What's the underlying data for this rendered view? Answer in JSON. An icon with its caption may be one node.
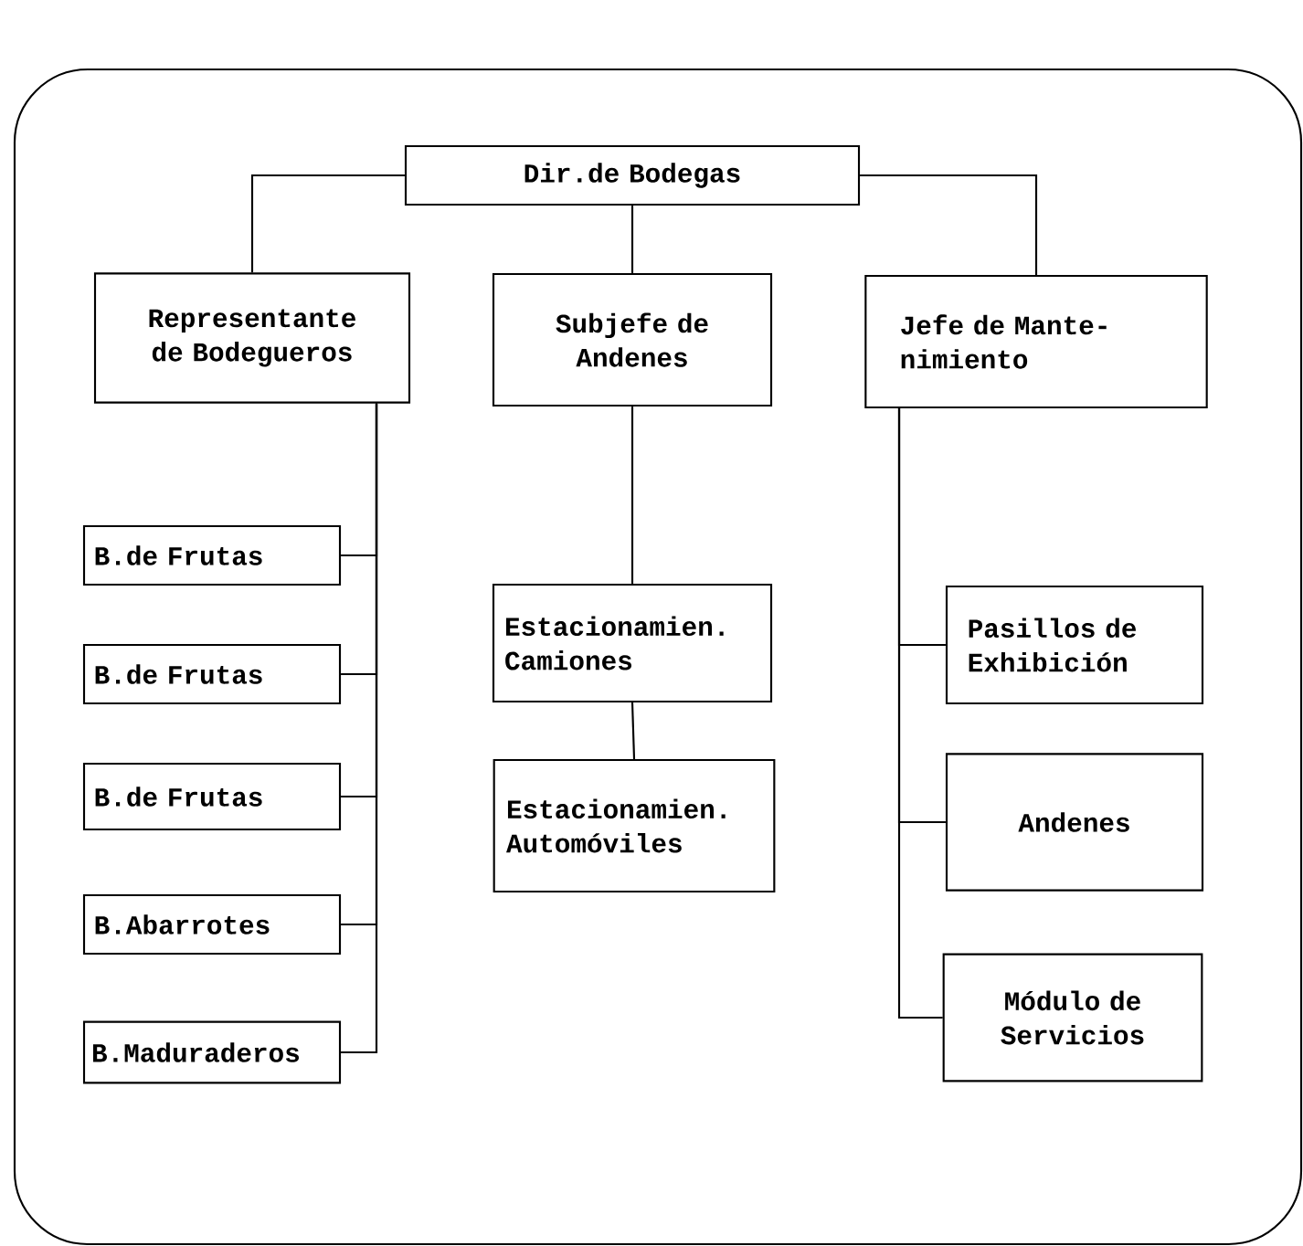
{
  "diagram": {
    "nodes": [
      {
        "text": [
          "Dir.de Bodegas"
        ]
      },
      {
        "text": [
          "Representante de Bodegueros"
        ]
      },
      {
        "text": [
          "Subjefe de Andenes"
        ]
      },
      {
        "text": [
          "Jefe de Mante-nimiento"
        ]
      },
      {
        "text": [
          "B.de Frutas"
        ]
      },
      {
        "text": [
          "B.de Frutas"
        ]
      },
      {
        "text": [
          "B.de Frutas"
        ]
      },
      {
        "text": [
          "B.Abarrotes"
        ]
      },
      {
        "text": [
          "B.Maduraderos"
        ]
      },
      {
        "text": [
          "Estacionamien. Camiones"
        ]
      },
      {
        "text": [
          "Estacionamien. Automóviles"
        ]
      },
      {
        "text": [
          "Pasillos de Exhibición"
        ]
      },
      {
        "text": [
          "Andenes"
        ]
      },
      {
        "text": [
          "Módulo de Servicios"
        ]
      }
    ],
    "edges": [
      {
        "from": 0,
        "to": 1,
        "arrow": "none"
      },
      {
        "from": 0,
        "to": 2,
        "arrow": "none"
      },
      {
        "from": 0,
        "to": 3,
        "arrow": "none"
      },
      {
        "from": 1,
        "to": 4,
        "arrow": "none"
      },
      {
        "from": 1,
        "to": 5,
        "arrow": "none"
      },
      {
        "from": 1,
        "to": 6,
        "arrow": "none"
      },
      {
        "from": 1,
        "to": 7,
        "arrow": "none"
      },
      {
        "from": 1,
        "to": 8,
        "arrow": "none"
      },
      {
        "from": 2,
        "to": 9,
        "arrow": "none"
      },
      {
        "from": 9,
        "to": 10,
        "arrow": "none"
      },
      {
        "from": 3,
        "to": 11,
        "arrow": "none"
      },
      {
        "from": 3,
        "to": 12,
        "arrow": "none"
      },
      {
        "from": 3,
        "to": 13,
        "arrow": "none"
      }
    ]
  }
}
